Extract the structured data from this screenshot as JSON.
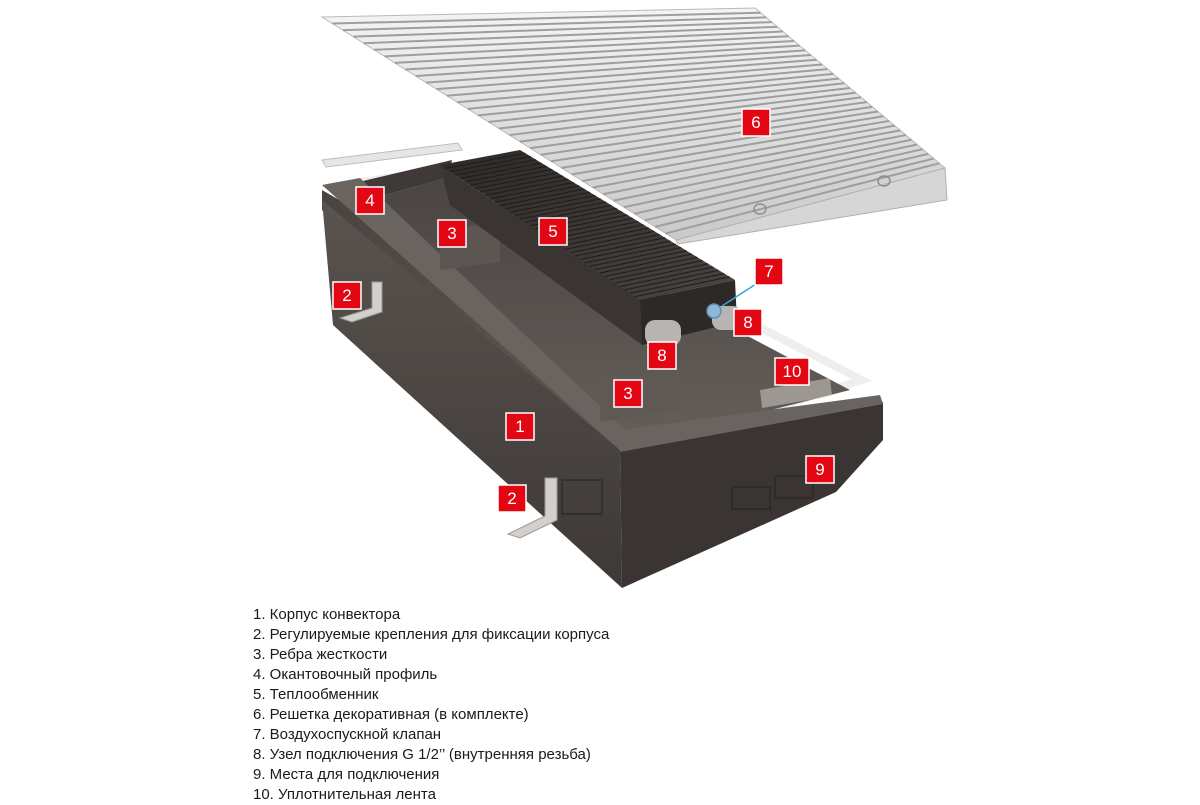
{
  "callouts": {
    "c1": "1",
    "c2a": "2",
    "c2b": "2",
    "c3a": "3",
    "c3b": "3",
    "c4": "4",
    "c5": "5",
    "c6": "6",
    "c7": "7",
    "c8a": "8",
    "c8b": "8",
    "c9": "9",
    "c10": "10"
  },
  "legend": [
    "1. Корпус конвектора",
    "2. Регулируемые крепления для фиксации корпуса",
    "3. Ребра жесткости",
    "4. Окантовочный профиль",
    "5. Теплообменник",
    "6. Решетка декоративная (в комплекте)",
    "7. Воздухоспускной клапан",
    "8. Узел подключения G 1/2’’ (внутренняя резьба)",
    "9. Места для подключения",
    "10. Уплотнительная лента"
  ],
  "colors": {
    "callout_fill": "#e30613",
    "housing": "#4b4541",
    "grille": "#e2e2e2"
  }
}
